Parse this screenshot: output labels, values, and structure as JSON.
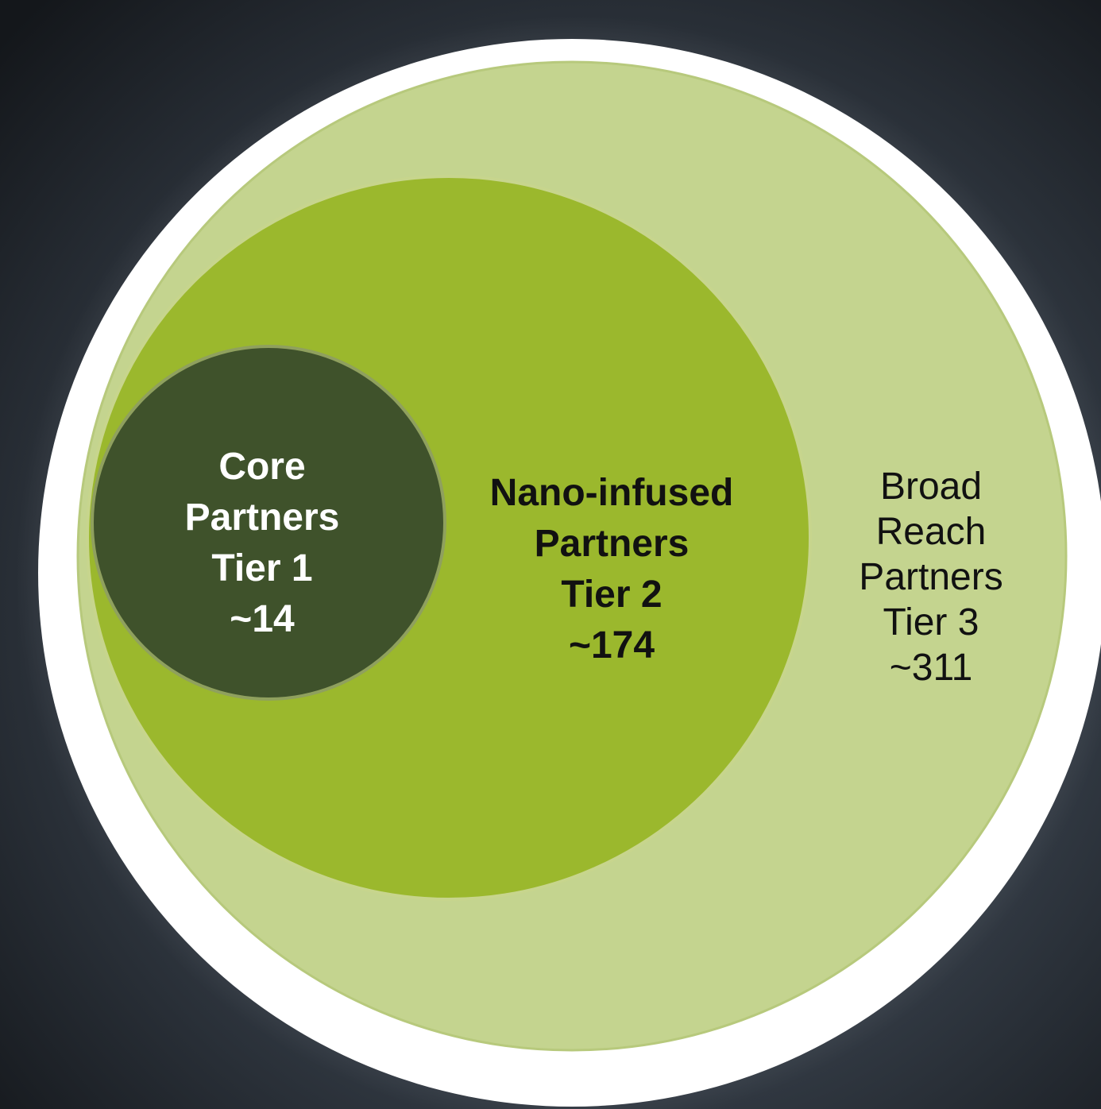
{
  "diagram": {
    "tiers": [
      {
        "lines": [
          "Core",
          "Partners",
          "Tier 1",
          "~14"
        ],
        "color": "#3f522b",
        "text_color": "#ffffff"
      },
      {
        "lines": [
          "Nano-infused",
          "Partners",
          "Tier 2",
          "~174"
        ],
        "color": "#9bb82d",
        "text_color": "#111111"
      },
      {
        "lines": [
          "Broad",
          "Reach",
          "Partners",
          "Tier 3",
          "~311"
        ],
        "color": "#c4d48f",
        "text_color": "#111111"
      }
    ],
    "ring_color": "#ffffff",
    "background_color": "#1a1d22"
  }
}
